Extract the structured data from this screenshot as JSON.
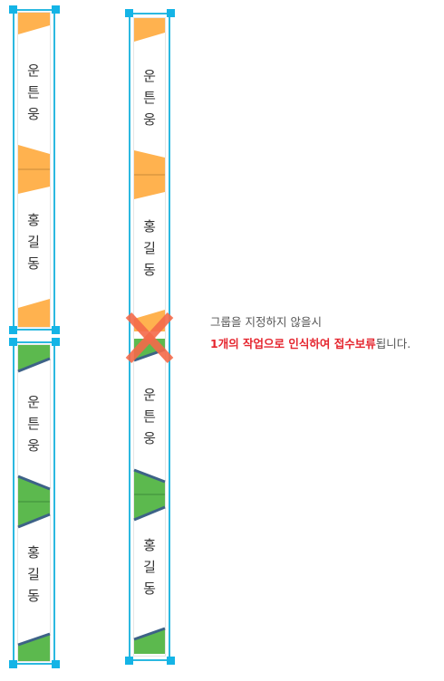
{
  "labels": {
    "sender": [
      "운",
      "튼",
      "웅"
    ],
    "receiver": [
      "홍",
      "길",
      "동"
    ]
  },
  "note": {
    "line1": "그룹을 지정하지 않을시",
    "line2_highlight": "1개의 작업으로 인식하여 접수보류",
    "line2_rest": "됩니다."
  },
  "colors": {
    "orange": "#ffb24f",
    "green": "#5cb94e",
    "frame": "#2bb8e0",
    "cross": "#f46a4a",
    "highlight": "#e5262f"
  }
}
